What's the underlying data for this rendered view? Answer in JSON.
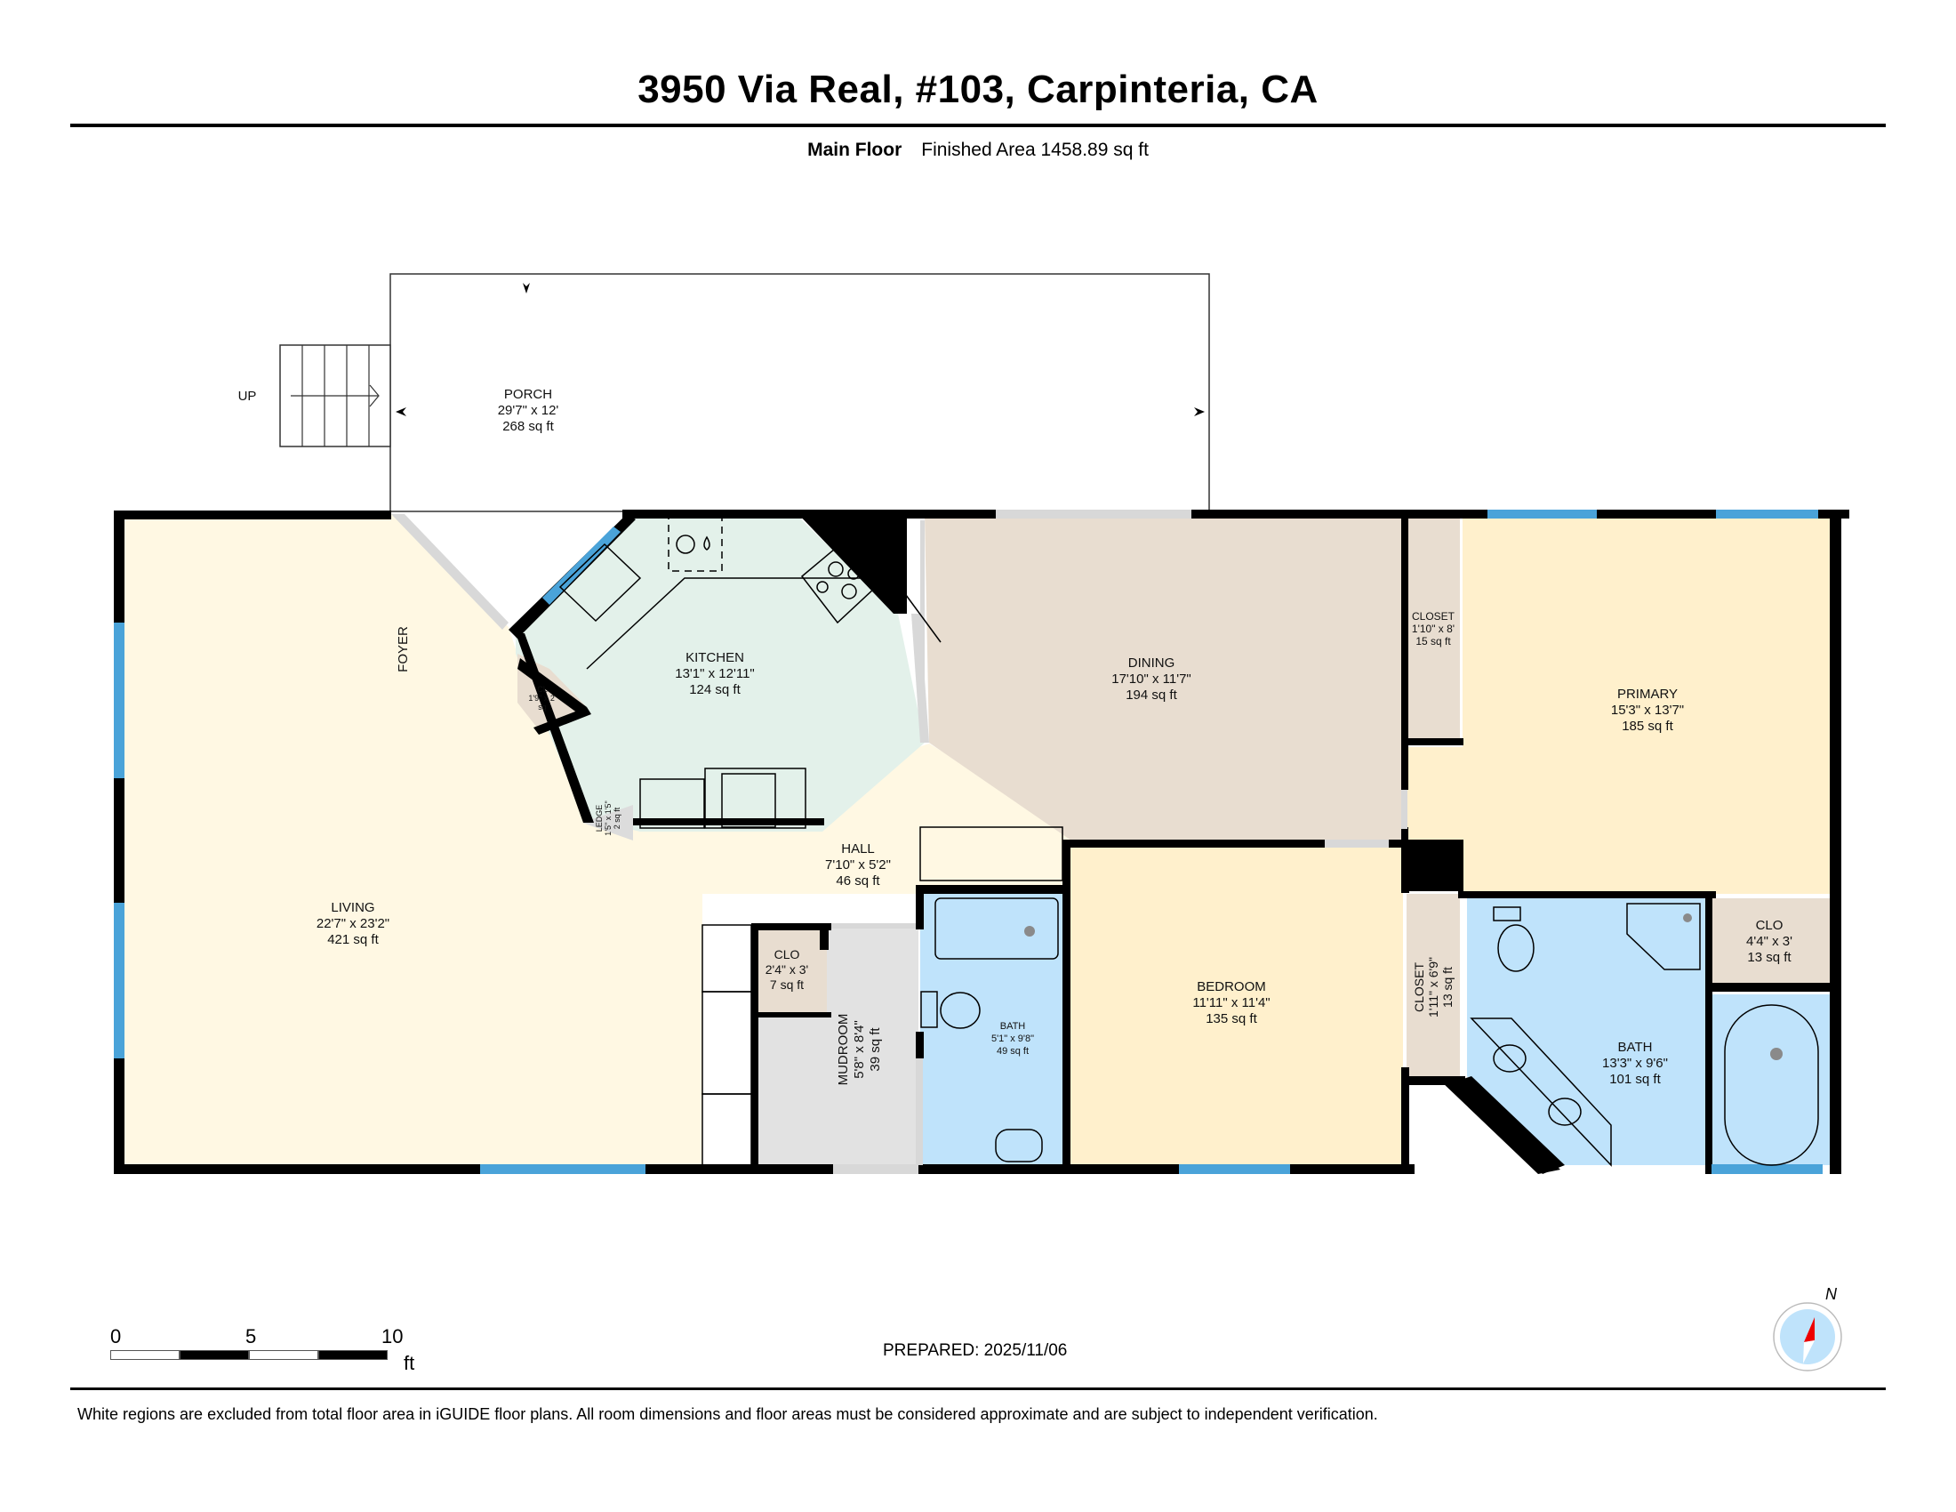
{
  "header": {
    "title": "3950 Via Real, #103, Carpinteria, CA",
    "floor_label": "Main Floor",
    "finished_area": "Finished Area 1458.89 sq ft"
  },
  "colors": {
    "living": "#fff8e3",
    "kitchen": "#e3f1ea",
    "dining": "#e8ddd0",
    "bedroom": "#fff0cc",
    "bath": "#bfe3fb",
    "closet": "#e8ddd0",
    "mudroom": "#e2e2e2",
    "window": "#4aa3d9",
    "wall": "#000000"
  },
  "rooms": {
    "porch": {
      "name": "PORCH",
      "dims": "29'7\" x 12'",
      "area": "268 sq ft"
    },
    "stairs": {
      "label": "UP"
    },
    "foyer": {
      "name": "FOYER"
    },
    "living": {
      "name": "LIVING",
      "dims": "22'7\" x 23'2\"",
      "area": "421 sq ft"
    },
    "kitchen": {
      "name": "KITCHEN",
      "dims": "13'1\" x 12'11\"",
      "area": "124 sq ft"
    },
    "cl": {
      "name": "CL",
      "dims": "1'9\" x 2'",
      "area": "sq"
    },
    "ledge": {
      "name": "LEDGE",
      "dims": "1'5\" x 1'5\"",
      "area": "2 sq ft"
    },
    "dining": {
      "name": "DINING",
      "dims": "17'10\" x 11'7\"",
      "area": "194 sq ft"
    },
    "closet_primary": {
      "name": "CLOSET",
      "dims": "1'10\" x 8'",
      "area": "15 sq ft"
    },
    "primary": {
      "name": "PRIMARY",
      "dims": "15'3\" x 13'7\"",
      "area": "185 sq ft"
    },
    "hall": {
      "name": "HALL",
      "dims": "7'10\" x 5'2\"",
      "area": "46 sq ft"
    },
    "clo_hall": {
      "name": "CLO",
      "dims": "2'4\" x 3'",
      "area": "7 sq ft"
    },
    "mudroom": {
      "name": "MUDROOM",
      "dims": "5'8\" x 8'4\"",
      "area": "39 sq ft"
    },
    "bath_hall": {
      "name": "BATH",
      "dims": "5'1\" x 9'8\"",
      "area": "49 sq ft"
    },
    "bedroom": {
      "name": "BEDROOM",
      "dims": "11'11\" x 11'4\"",
      "area": "135 sq ft"
    },
    "closet_bedroom": {
      "name": "CLOSET",
      "dims": "1'11\" x 6'9\"",
      "area": "13 sq ft"
    },
    "bath_primary": {
      "name": "BATH",
      "dims": "13'3\" x 9'6\"",
      "area": "101 sq ft"
    },
    "clo_primary": {
      "name": "CLO",
      "dims": "4'4\" x 3'",
      "area": "13 sq ft"
    }
  },
  "scale_bar": {
    "ticks": [
      "0",
      "5",
      "10"
    ],
    "unit": "ft"
  },
  "compass": {
    "label": "N"
  },
  "footer": {
    "prepared": "PREPARED: 2025/11/06",
    "disclaimer": "White regions are excluded from total floor area in iGUIDE floor plans. All room dimensions and floor areas must be considered approximate and are subject to independent verification."
  }
}
